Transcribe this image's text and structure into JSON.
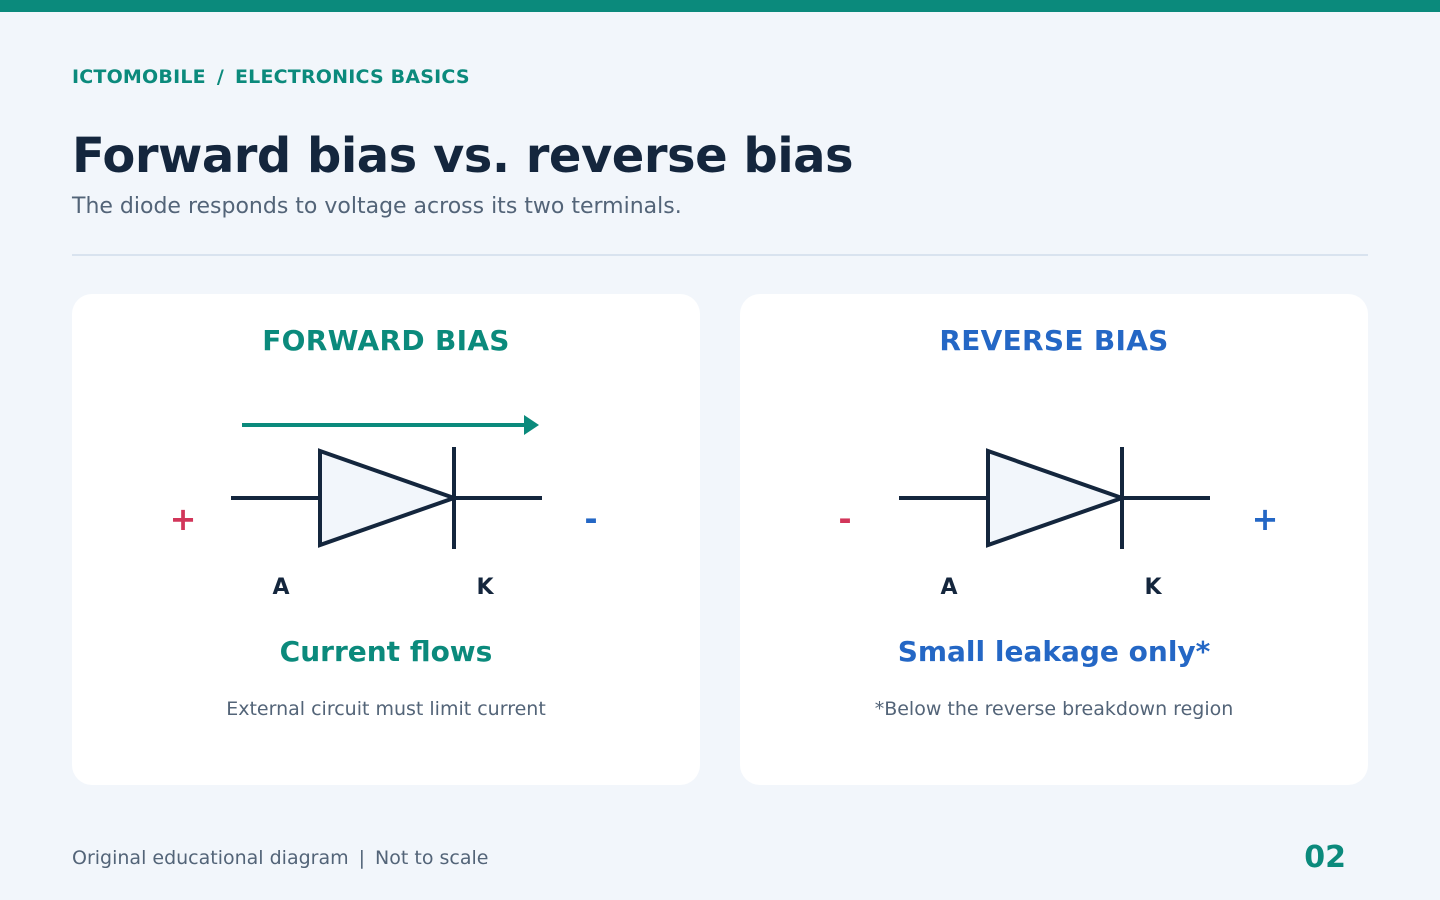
{
  "header": {
    "brand": "ICTOMOBILE",
    "breadcrumb_separator": "/",
    "section": "ELECTRONICS BASICS",
    "title": "Forward bias vs. reverse bias",
    "subtitle": "The diode responds to voltage across its two terminals."
  },
  "panels": {
    "forward": {
      "title": "FORWARD BIAS",
      "left_sign": "+",
      "right_sign": "-",
      "anode_label": "A",
      "cathode_label": "K",
      "result": "Current flows",
      "note": "External circuit must limit current"
    },
    "reverse": {
      "title": "REVERSE BIAS",
      "left_sign": "-",
      "right_sign": "+",
      "anode_label": "A",
      "cathode_label": "K",
      "result": "Small leakage only*",
      "note": "*Below the reverse breakdown region"
    }
  },
  "footer": {
    "left_text": "Original educational diagram",
    "separator": "|",
    "right_text": "Not to scale",
    "page_number": "02"
  },
  "colors": {
    "accent_teal": "#0b8a7c",
    "accent_blue": "#2467c5",
    "sign_red": "#d2365a",
    "ink": "#14263d",
    "diode_fill": "#f2f6fb",
    "background": "#f2f6fb"
  },
  "icons": {
    "diode_symbol": "diode-icon",
    "current_arrow": "arrow-right-icon"
  }
}
